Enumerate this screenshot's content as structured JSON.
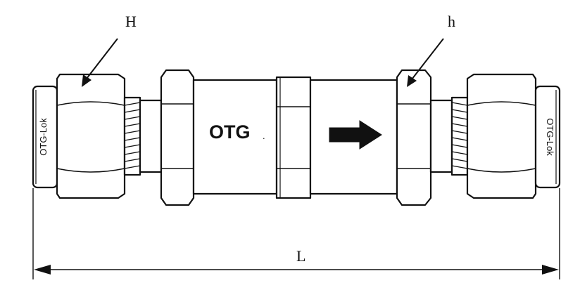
{
  "labels": {
    "hex_large": "H",
    "hex_small": "h",
    "length": "L"
  },
  "body": {
    "brand": "OTG",
    "brand_dot": ".",
    "left_end_mark": "OTG-Lok",
    "right_end_mark": "OTG-Lok"
  },
  "icons": {
    "flow": "right-arrow-icon",
    "dimension": "double-arrow-icon"
  },
  "colors": {
    "line": "#111111",
    "background": "#ffffff"
  }
}
